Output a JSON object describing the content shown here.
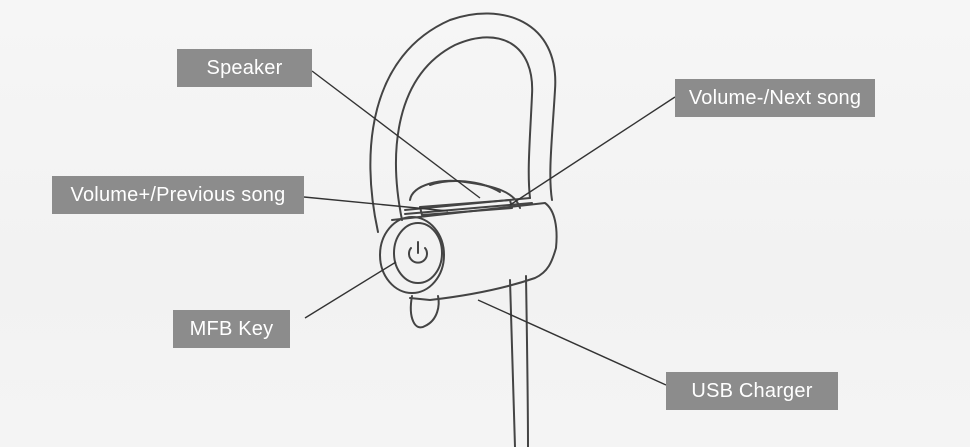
{
  "labels": {
    "speaker": "Speaker",
    "volume_minus": "Volume-/Next song",
    "volume_plus": "Volume+/Previous song",
    "mfb_key": "MFB Key",
    "usb_charger": "USB Charger"
  },
  "icons": {
    "power": "power-icon"
  },
  "colors": {
    "label_background": "#8c8c8c",
    "label_text": "#ffffff",
    "line_drawing": "#444444",
    "background": "#f4f4f4"
  }
}
